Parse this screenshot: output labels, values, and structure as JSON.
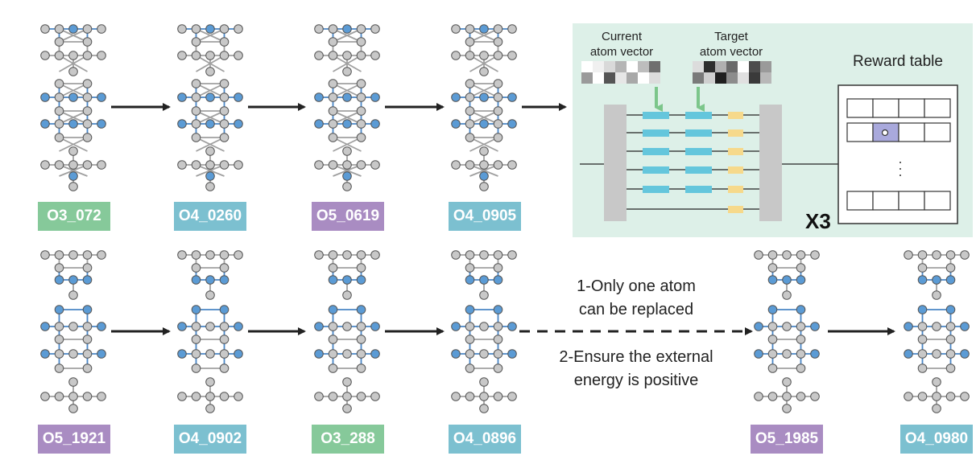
{
  "colors": {
    "o3": "#86c99a",
    "o4": "#7cc0d0",
    "o5": "#a98cc2",
    "panel_bg": "#ddf0e8",
    "atom_gray": "#c8c8c8",
    "atom_blue": "#5b9bd5",
    "bond_gray": "#a0a0a0",
    "bond_blue": "#4a86c5",
    "arrow": "#222222",
    "down_arrow": "#7cc68b",
    "cyan_block": "#64c6dc",
    "yellow_block": "#f6d98b",
    "column_gray": "#c8c8c8",
    "highlight_cell": "#a9a9dc"
  },
  "structures": {
    "top": [
      {
        "label": "O3_072",
        "color": "o3"
      },
      {
        "label": "O4_0260",
        "color": "o4"
      },
      {
        "label": "O5_0619",
        "color": "o5"
      },
      {
        "label": "O4_0905",
        "color": "o4"
      }
    ],
    "bottom": [
      {
        "label": "O5_1921",
        "color": "o5"
      },
      {
        "label": "O4_0902",
        "color": "o4"
      },
      {
        "label": "O3_288",
        "color": "o3"
      },
      {
        "label": "O4_0896",
        "color": "o4"
      },
      {
        "label": "O5_1985",
        "color": "o5"
      },
      {
        "label": "O4_0980",
        "color": "o4"
      }
    ]
  },
  "panel": {
    "current_vector_label": [
      "Current",
      "atom vector"
    ],
    "target_vector_label": [
      "Target",
      "atom vector"
    ],
    "reward_table_title": "Reward table",
    "repeat_label": "X3",
    "current_vector_shades": [
      [
        "#ffffff",
        "#f0f0f0",
        "#d9d9d9",
        "#b5b5b5",
        "#ffffff",
        "#bdbdbd",
        "#6f6f6f"
      ],
      [
        "#9a9a9a",
        "#ffffff",
        "#555555",
        "#e6e6e6",
        "#a8a8a8",
        "#ffffff",
        "#dcdcdc"
      ]
    ],
    "target_vector_shades": [
      [
        "#dcdcdc",
        "#2e2e2e",
        "#b0b0b0",
        "#6a6a6a",
        "#ffffff",
        "#4d4d4d",
        "#9a9a9a"
      ],
      [
        "#7a7a7a",
        "#cfcfcf",
        "#1f1f1f",
        "#8c8c8c",
        "#e0e0e0",
        "#3a3a3a",
        "#b8b8b8"
      ]
    ]
  },
  "constraints": {
    "line1": "1-Only one atom",
    "line2": "can be replaced",
    "line3": "2-Ensure the external",
    "line4": "energy is positive"
  }
}
